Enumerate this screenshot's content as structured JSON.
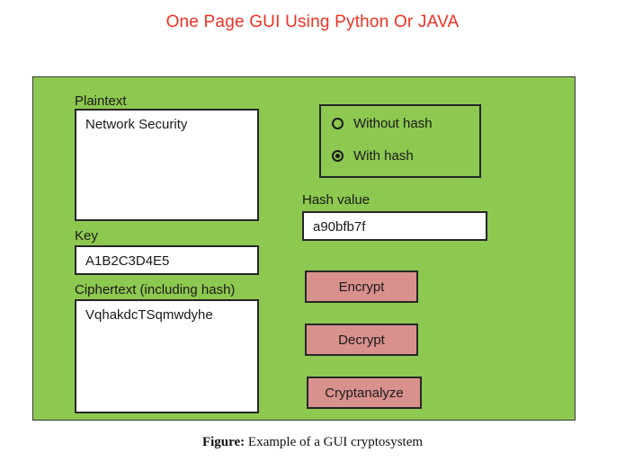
{
  "title": "One Page GUI Using Python Or JAVA",
  "panel": {
    "background_color": "#8dc850",
    "border_color": "#3a3a3a"
  },
  "fields": {
    "plaintext": {
      "label": "Plaintext",
      "value": "Network Security"
    },
    "key": {
      "label": "Key",
      "value": "A1B2C3D4E5"
    },
    "ciphertext": {
      "label": "Ciphertext (including hash)",
      "value": "VqhakdcTSqmwdyhe"
    },
    "hash_value": {
      "label": "Hash value",
      "value": "a90bfb7f"
    }
  },
  "hash_mode": {
    "options": [
      {
        "label": "Without hash",
        "selected": false
      },
      {
        "label": "With hash",
        "selected": true
      }
    ]
  },
  "buttons": {
    "encrypt": "Encrypt",
    "decrypt": "Decrypt",
    "cryptanalyze": "Cryptanalyze",
    "color": "#d9918d"
  },
  "caption": {
    "lead": "Figure:",
    "text": " Example of a GUI cryptosystem"
  },
  "colors": {
    "title": "#ee3124",
    "panel_green": "#8dc850",
    "button_pink": "#d9918d",
    "text": "#1a1a1a"
  }
}
